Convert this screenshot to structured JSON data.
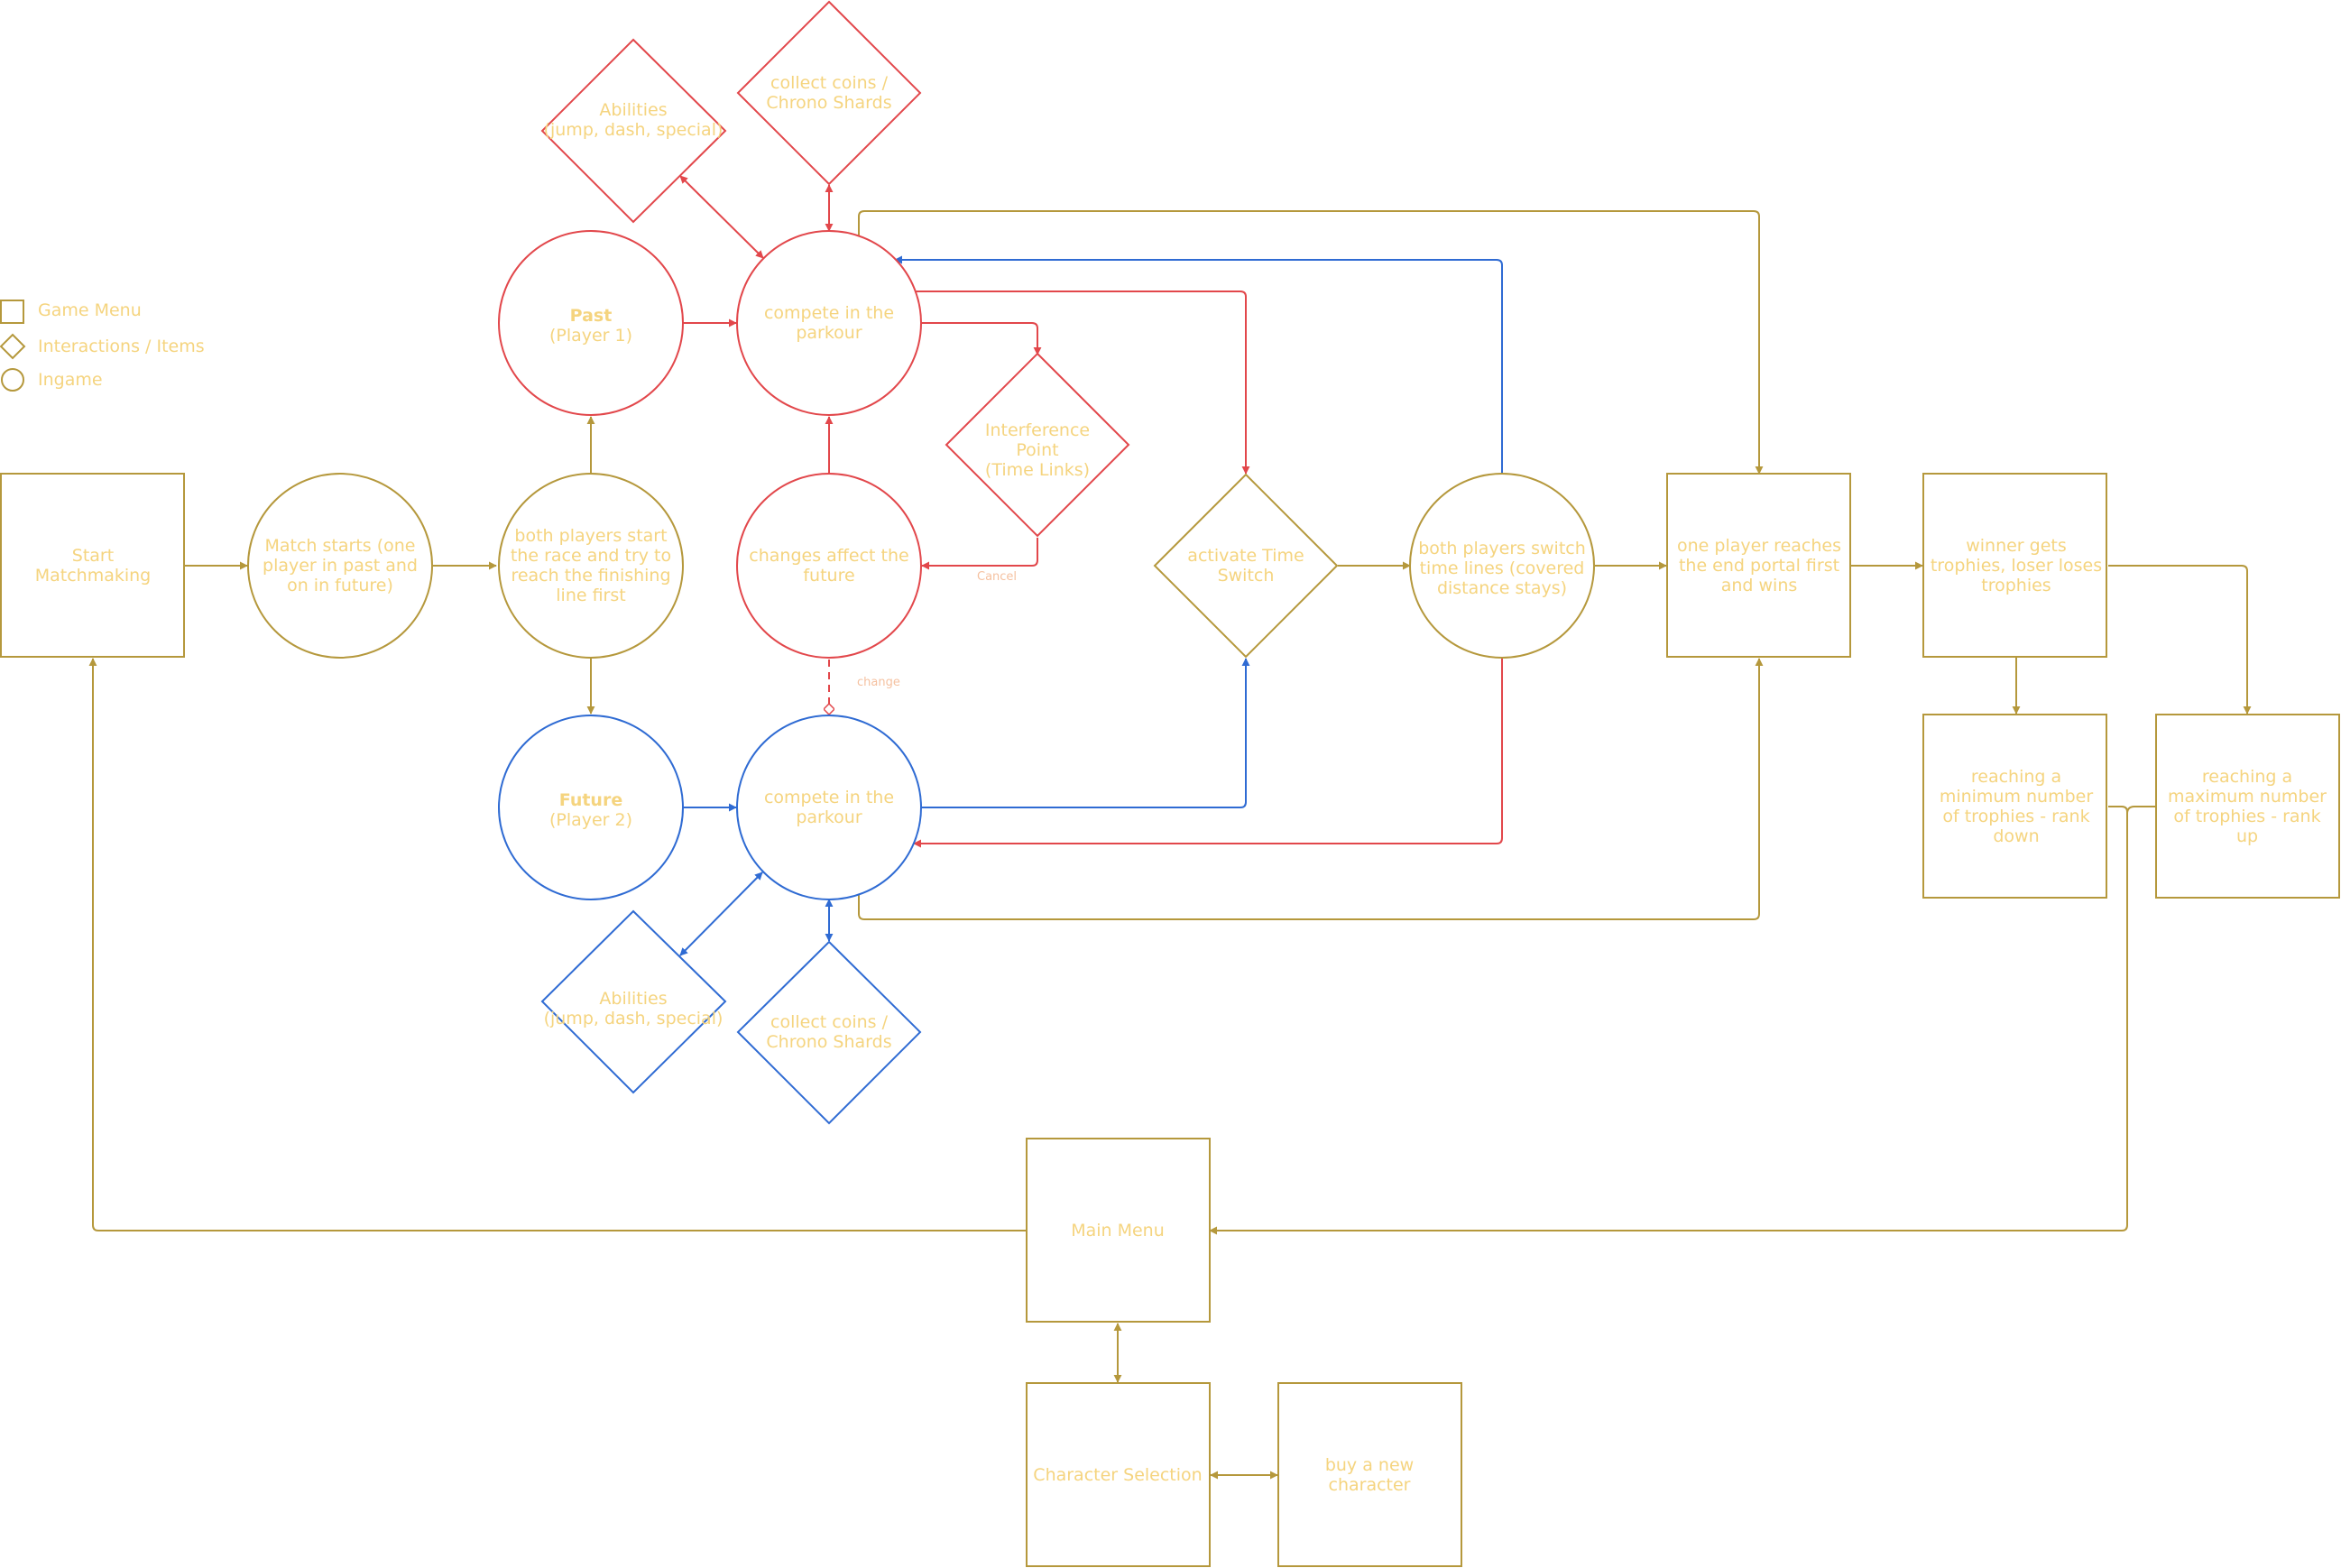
{
  "colors": {
    "gold": "#b5983c",
    "red": "#e2474b",
    "blue": "#2f6bd3",
    "text": "#f5d47f"
  },
  "legend": {
    "game_menu": "Game Menu",
    "interactions": "Interactions / Items",
    "ingame": "Ingame"
  },
  "nodes": {
    "start": [
      "Start",
      "Matchmaking"
    ],
    "match_starts": [
      "Match starts (one",
      "player in past and",
      "on in future)"
    ],
    "both_start": [
      "both players start",
      "the race and try to",
      "reach the finishing",
      "line first"
    ],
    "past_title": "Past",
    "past_sub": "(Player 1)",
    "future_title": "Future",
    "future_sub": "(Player 2)",
    "compete_past": [
      "compete in the",
      "parkour"
    ],
    "compete_future": [
      "compete in the",
      "parkour"
    ],
    "abilities_past": [
      "Abilities",
      "(jump, dash, special)"
    ],
    "abilities_future": [
      "Abilities",
      "(jump, dash, special)"
    ],
    "collect_past": [
      "collect coins /",
      "Chrono Shards"
    ],
    "collect_future": [
      "collect coins /",
      "Chrono Shards"
    ],
    "changes_affect": [
      "changes affect the",
      "future"
    ],
    "interference": [
      "Interference",
      "Point",
      "(Time Links)"
    ],
    "activate_switch": [
      "activate Time",
      "Switch"
    ],
    "switch_timelines": [
      "both players switch",
      "time lines (covered",
      "distance stays)"
    ],
    "reaches_portal": [
      "one player reaches",
      "the end portal first",
      "and wins"
    ],
    "winner_trophies": [
      "winner gets",
      "trophies, loser loses",
      "trophies"
    ],
    "rank_down": [
      "reaching a",
      "minimum number",
      "of trophies - rank",
      "down"
    ],
    "rank_up": [
      "reaching a",
      "maximum number",
      "of trophies - rank",
      "up"
    ],
    "main_menu": [
      "Main Menu"
    ],
    "character_selection": [
      "Character Selection"
    ],
    "buy_character": [
      "buy a new",
      "character"
    ]
  },
  "edge_labels": {
    "cancel": "Cancel",
    "change": "change"
  }
}
